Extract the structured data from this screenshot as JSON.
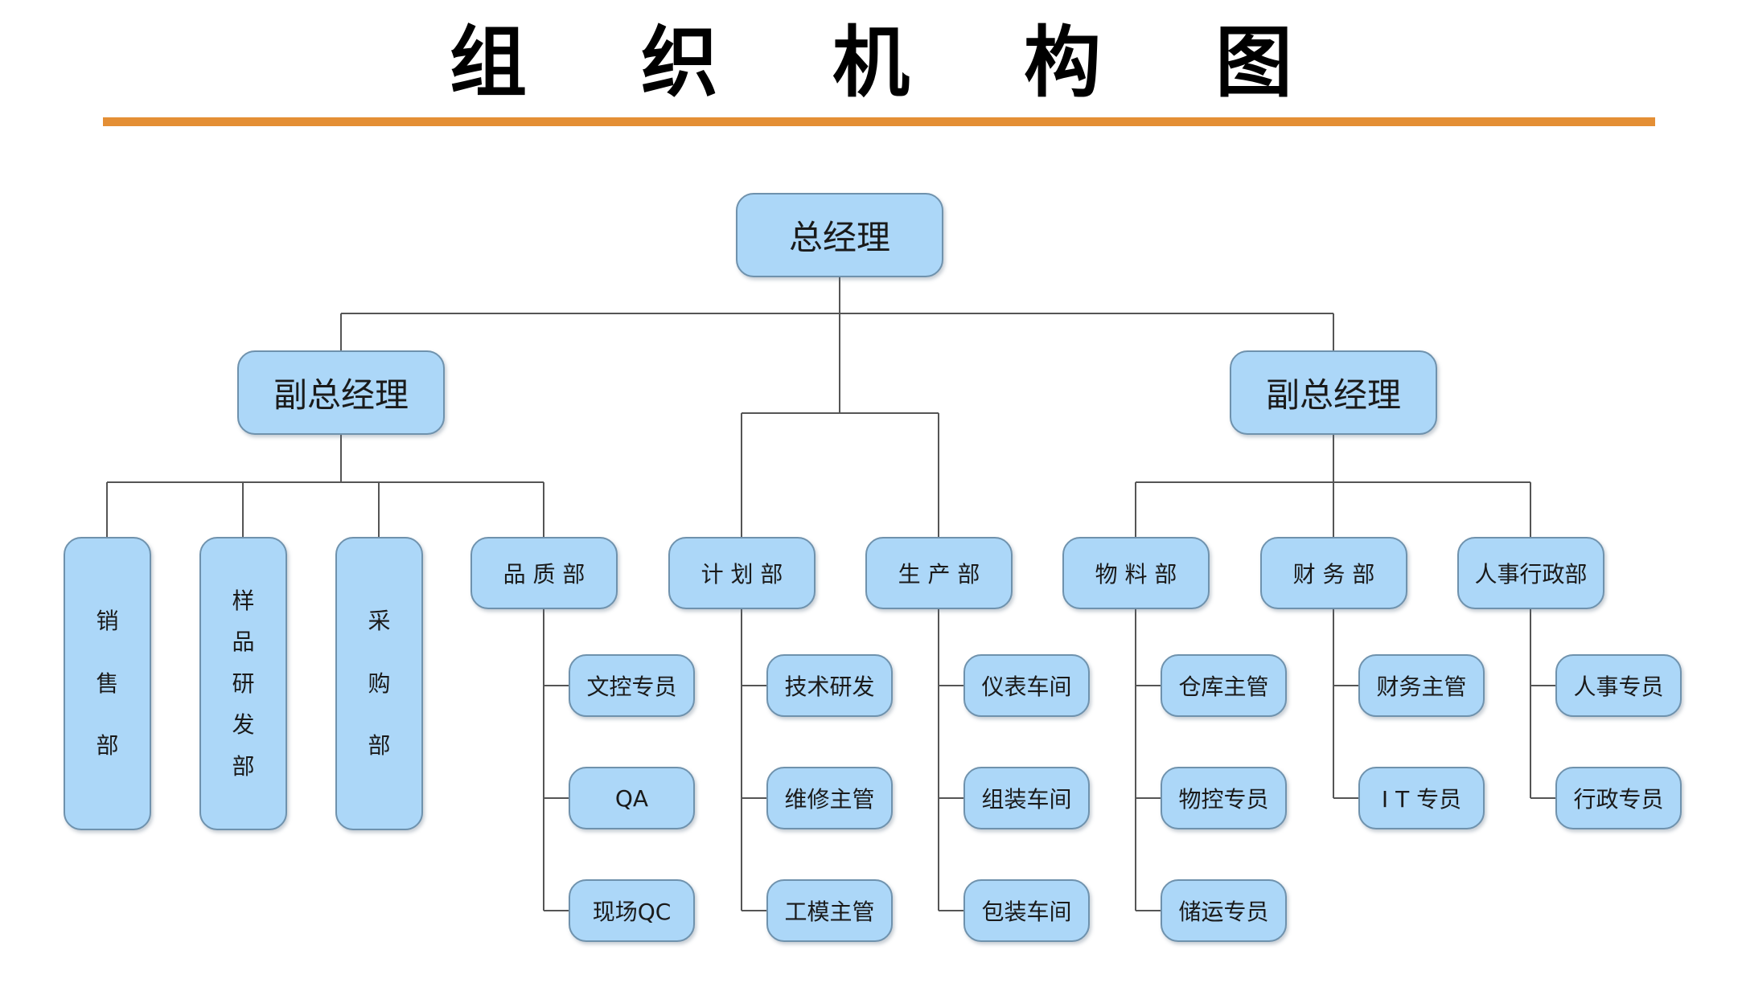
{
  "title": {
    "chars": [
      "组",
      "织",
      "机",
      "构",
      "图"
    ]
  },
  "colors": {
    "title_rule": "#e48f35",
    "node_fill": "#acd7f8",
    "node_border": "#6f92ad",
    "connector": "#555555"
  },
  "org": {
    "ceo": "总经理",
    "vp_left": "副总经理",
    "vp_right": "副总经理",
    "sales": [
      "销",
      "售",
      "部"
    ],
    "sample_rd": [
      "样",
      "品",
      "研",
      "发",
      "部"
    ],
    "purchasing": [
      "采",
      "购",
      "部"
    ],
    "quality": {
      "label": "品 质 部",
      "children": [
        "文控专员",
        "QA",
        "现场QC"
      ]
    },
    "planning": {
      "label": "计 划 部",
      "children": [
        "技术研发",
        "维修主管",
        "工模主管"
      ]
    },
    "production": {
      "label": "生 产 部",
      "children": [
        "仪表车间",
        "组装车间",
        "包装车间"
      ]
    },
    "materials": {
      "label": "物 料 部",
      "children": [
        "仓库主管",
        "物控专员",
        "储运专员"
      ]
    },
    "finance": {
      "label": "财 务 部",
      "children": [
        "财务主管",
        "I T 专员"
      ]
    },
    "hr_admin": {
      "label": "人事行政部",
      "children": [
        "人事专员",
        "行政专员"
      ]
    }
  }
}
